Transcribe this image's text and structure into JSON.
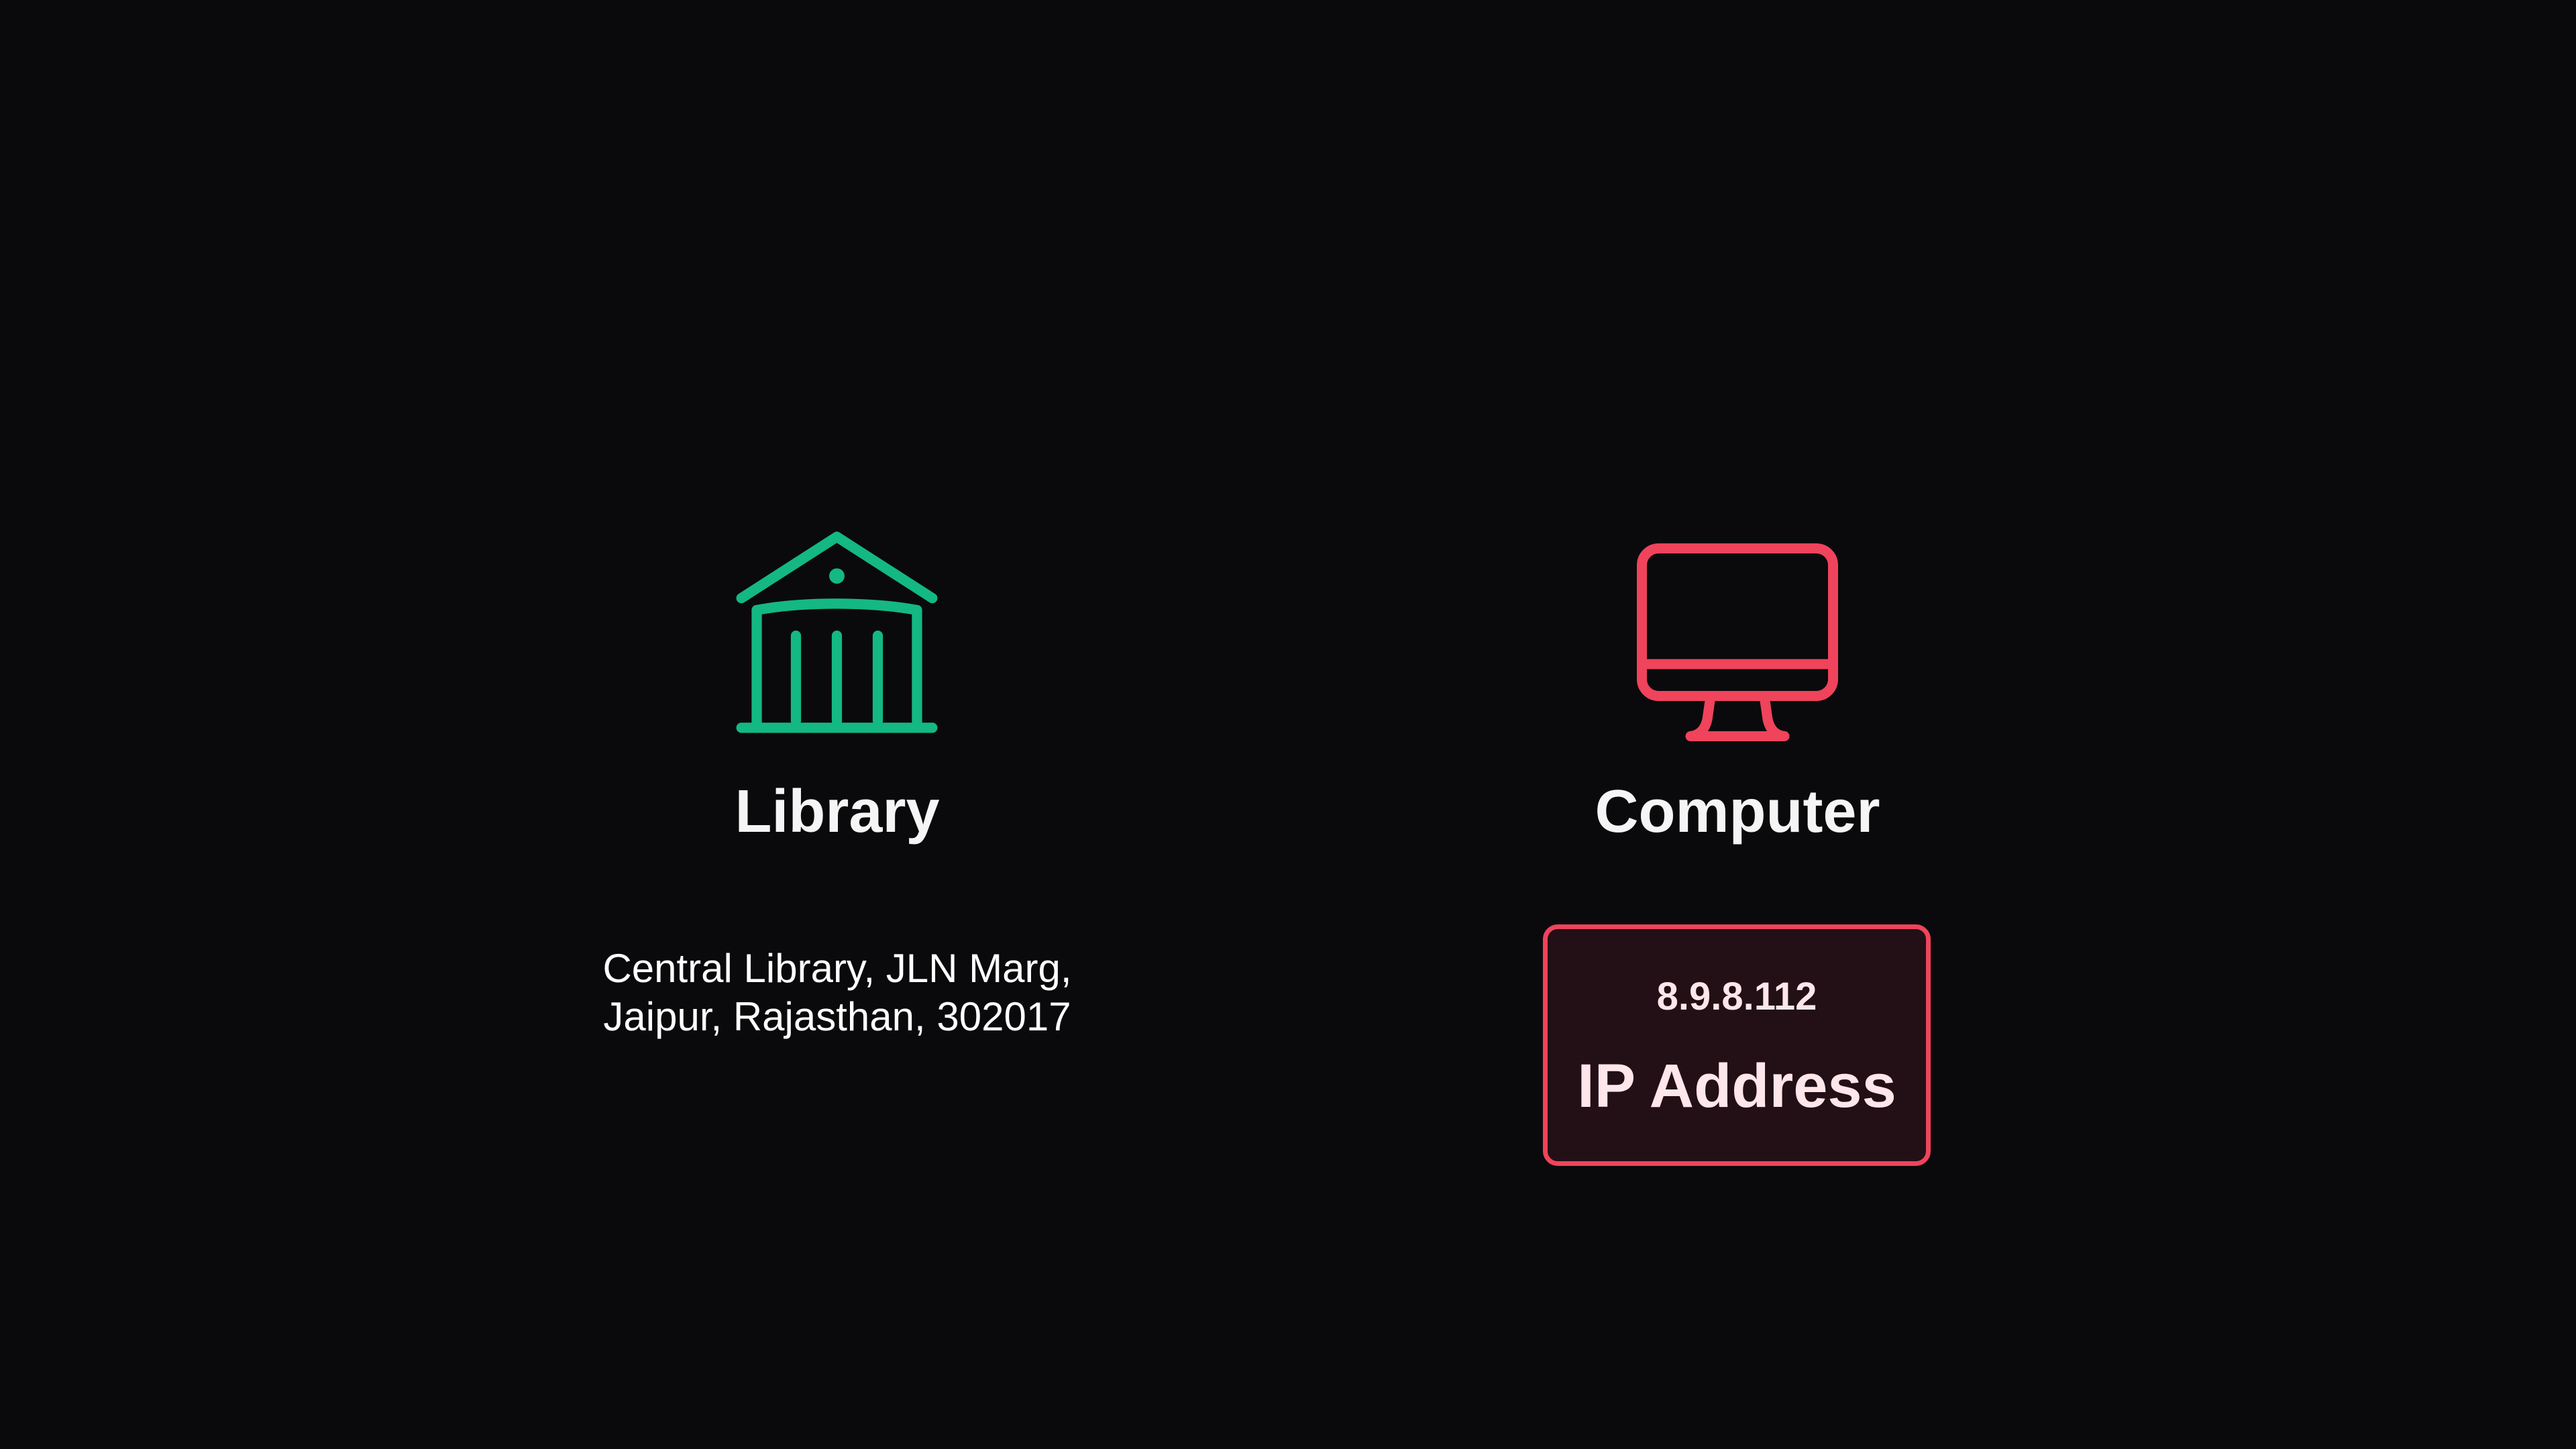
{
  "colors": {
    "background": "#0a0a0c",
    "library_accent": "#14b883",
    "computer_accent": "#f0435c",
    "ip_box_fill": "#221016",
    "text": "#f5f5f5"
  },
  "library": {
    "icon": "library-building-icon",
    "label": "Library",
    "address_line_1": "Central Library, JLN Marg,",
    "address_line_2": "Jaipur, Rajasthan, 302017"
  },
  "computer": {
    "icon": "desktop-monitor-icon",
    "label": "Computer",
    "ip_value": "8.9.8.112",
    "ip_label": "IP Address"
  }
}
